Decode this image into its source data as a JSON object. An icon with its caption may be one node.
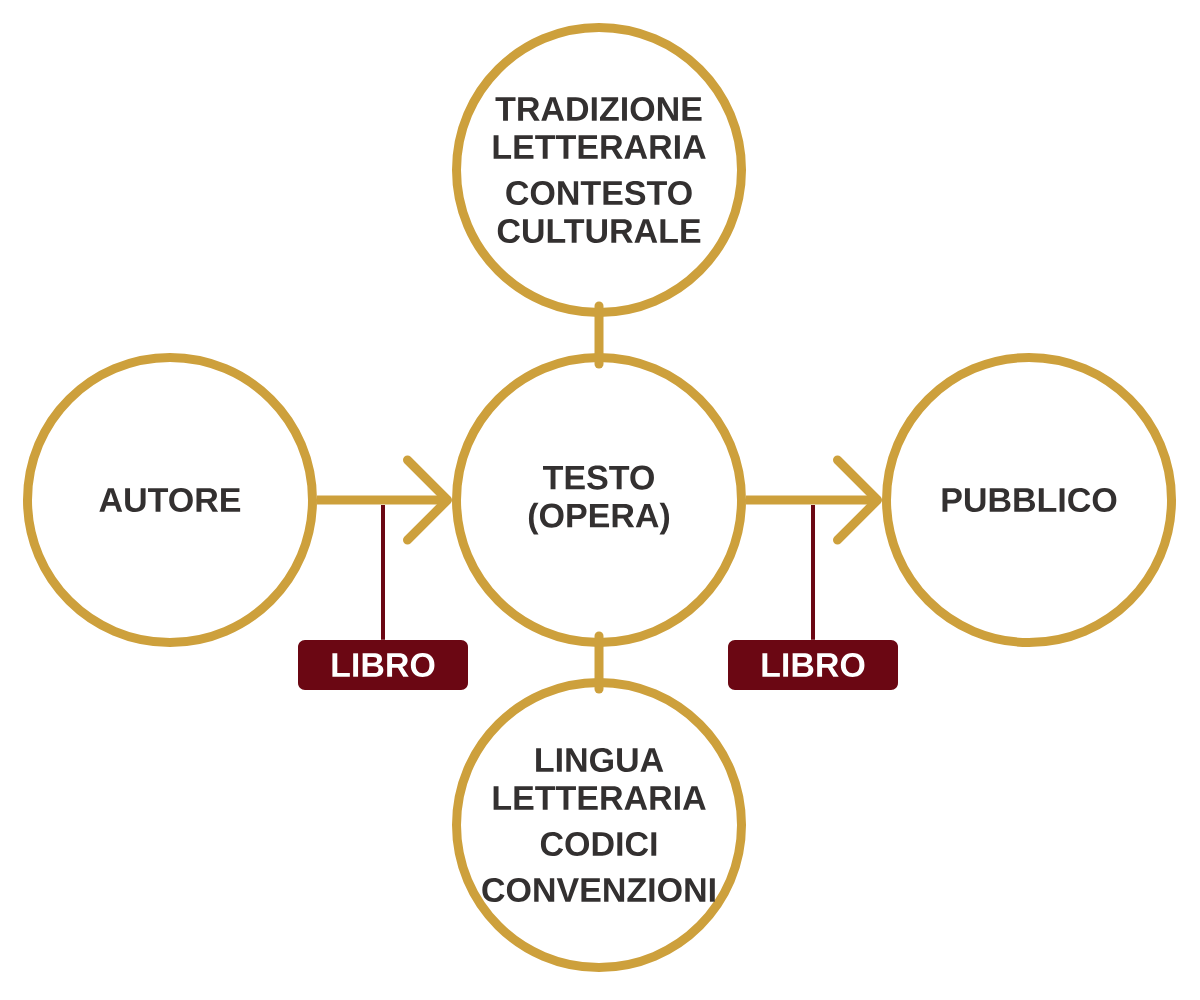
{
  "diagram": {
    "nodes": [
      {
        "text": [
          "TRADIZIONE LETTERARIA",
          "CONTESTO CULTURALE"
        ]
      },
      {
        "text": [
          "AUTORE"
        ]
      },
      {
        "text": [
          "TESTO (OPERA)"
        ]
      },
      {
        "text": [
          "PUBBLICO"
        ]
      },
      {
        "text": [
          "LIBRO"
        ]
      },
      {
        "text": [
          "LIBRO"
        ]
      },
      {
        "text": [
          "LINGUA LETTERARIA",
          "CODICI",
          "CONVENZIONI"
        ]
      }
    ],
    "edges": [
      {
        "from": 0,
        "to": 2,
        "arrow": "none"
      },
      {
        "from": 1,
        "to": 2,
        "arrow": "to"
      },
      {
        "from": 2,
        "to": 3,
        "arrow": "to"
      },
      {
        "from": 2,
        "to": 6,
        "arrow": "none"
      },
      {
        "from": 4,
        "to": null,
        "arrow": "none",
        "color": "#6b0713"
      },
      {
        "from": 5,
        "to": null,
        "arrow": "none",
        "color": "#6b0713"
      }
    ]
  }
}
